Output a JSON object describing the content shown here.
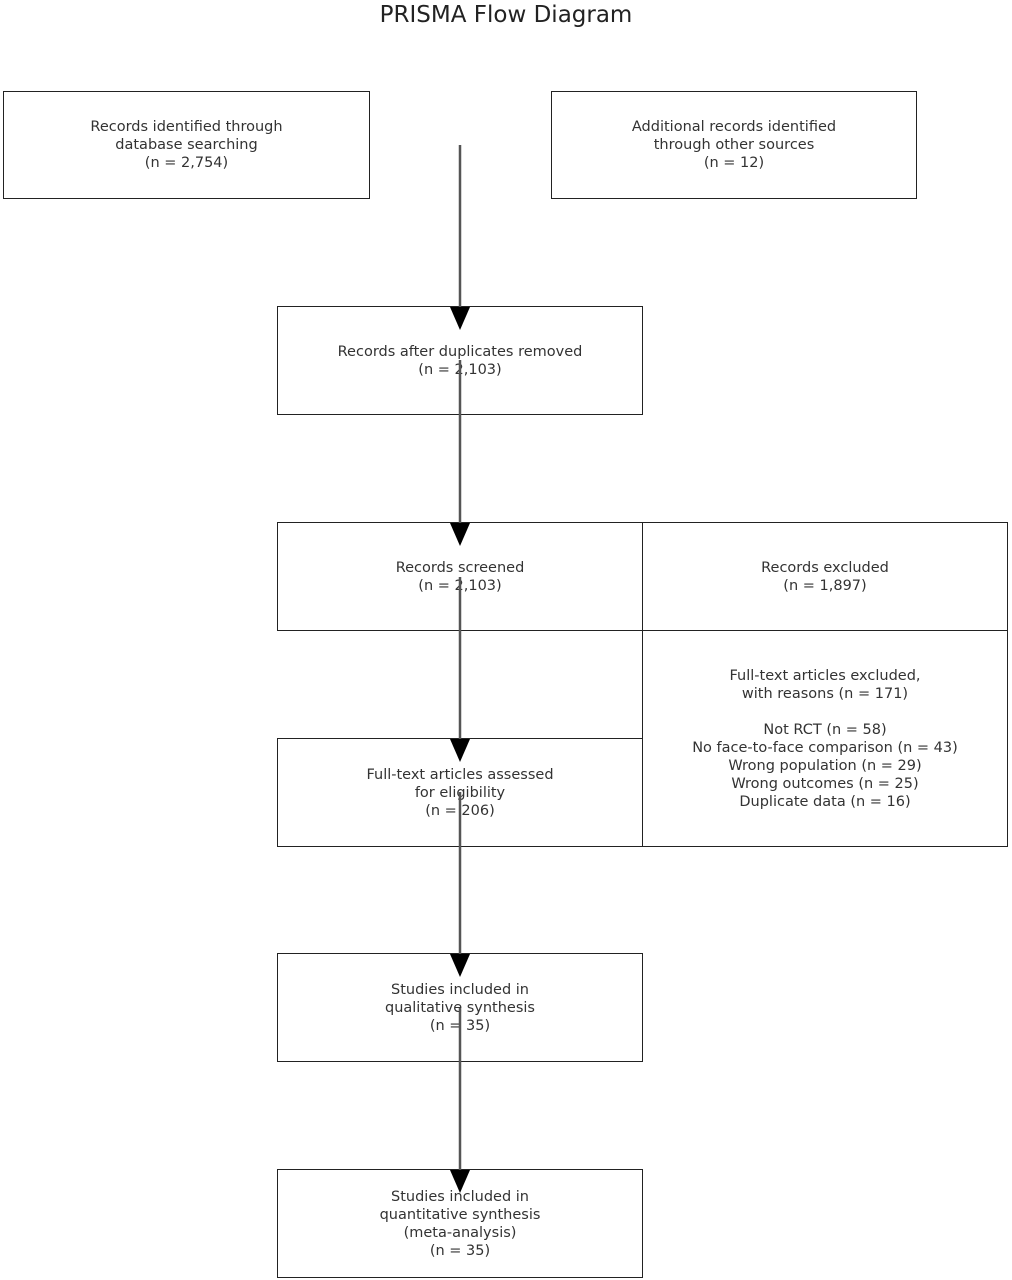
{
  "title": "PRISMA Flow Diagram",
  "identification": {
    "database": [
      "Records identified through",
      "database searching",
      "(n = 2,754)"
    ],
    "other": [
      "Additional records identified",
      "through other sources",
      "(n = 12)"
    ]
  },
  "screening": {
    "after_duplicates": [
      "Records after duplicates removed",
      "(n = 2,103)"
    ],
    "screened": [
      "Records screened",
      "(n = 2,103)"
    ],
    "excluded": [
      "Records excluded",
      "(n = 1,897)"
    ]
  },
  "eligibility": {
    "assessed": [
      "Full-text articles assessed",
      "for eligibility",
      "(n = 206)"
    ],
    "excluded_header": [
      "Full-text articles excluded,",
      "with reasons (n = 171)"
    ],
    "excluded_reasons": [
      "Not RCT (n = 58)",
      "No face-to-face comparison (n = 43)",
      "Wrong population (n = 29)",
      "Wrong outcomes (n = 25)",
      "Duplicate data (n = 16)"
    ]
  },
  "included": {
    "qualitative": [
      "Studies included in",
      "qualitative synthesis",
      "(n = 35)"
    ],
    "quantitative": [
      "Studies included in",
      "quantitative synthesis",
      "(meta-analysis)",
      "(n = 35)"
    ]
  },
  "colors": {
    "border": "#222222",
    "text": "#333333",
    "arrow": "#555555",
    "arrowhead": "#000000"
  }
}
